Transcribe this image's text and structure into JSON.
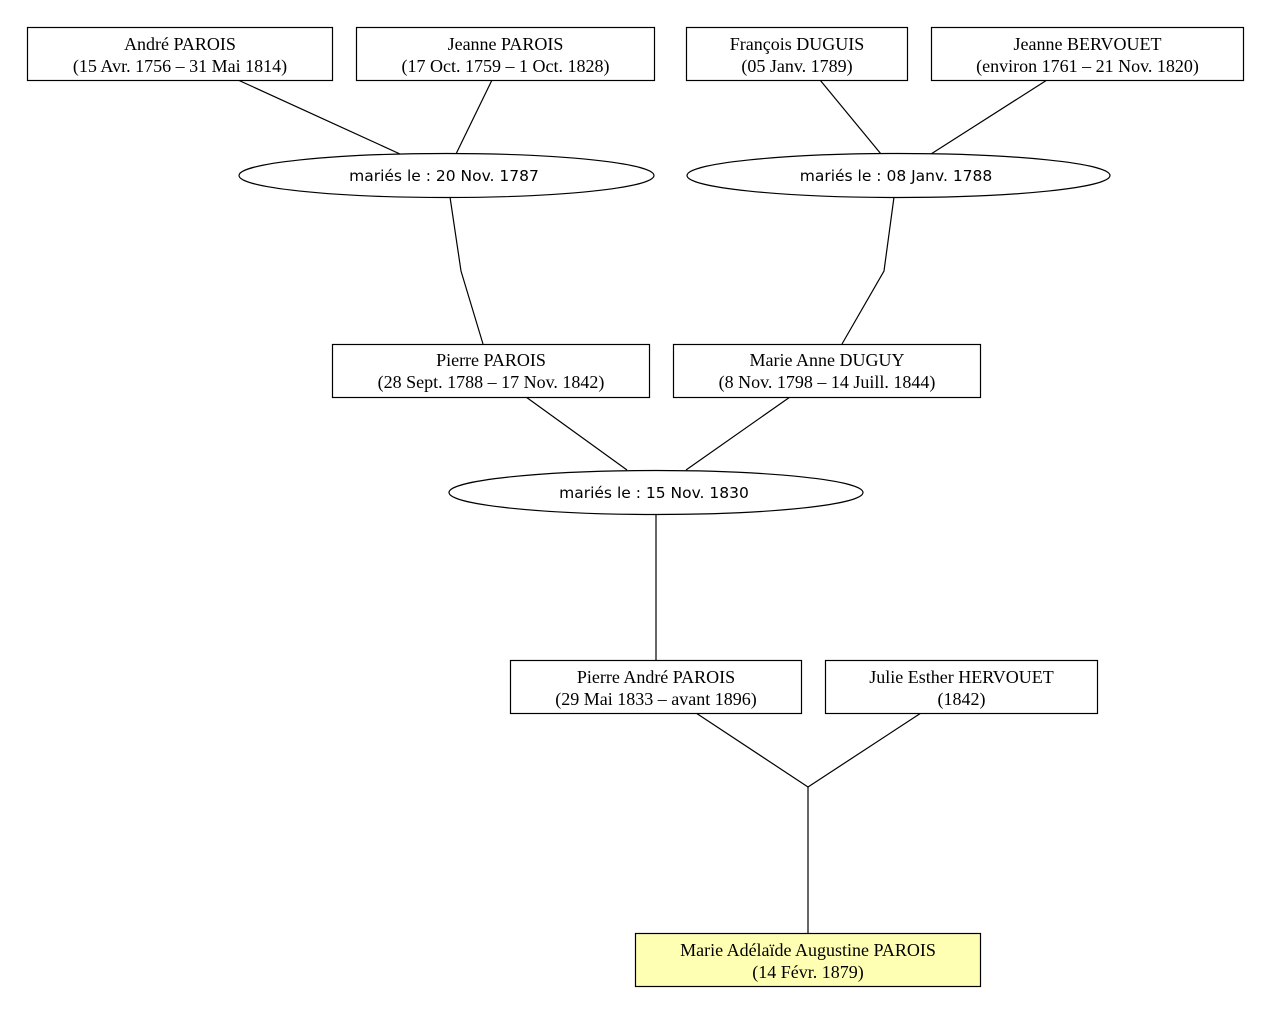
{
  "colors": {
    "box_fill": "#ffffff",
    "highlight_fill": "#ffffb4",
    "stroke": "#000000"
  },
  "persons": [
    {
      "id": "andre_parois",
      "name": "André PAROIS",
      "dates": "(15 Avr. 1756 – 31 Mai 1814)"
    },
    {
      "id": "jeanne_parois",
      "name": "Jeanne PAROIS",
      "dates": "(17 Oct. 1759 – 1 Oct. 1828)"
    },
    {
      "id": "francois_duguis",
      "name": "François DUGUIS",
      "dates": "(05 Janv. 1789)"
    },
    {
      "id": "jeanne_bervouet",
      "name": "Jeanne BERVOUET",
      "dates": "(environ 1761 – 21 Nov. 1820)"
    },
    {
      "id": "pierre_parois",
      "name": "Pierre PAROIS",
      "dates": "(28 Sept. 1788 – 17 Nov. 1842)"
    },
    {
      "id": "marie_anne_duguy",
      "name": "Marie Anne DUGUY",
      "dates": "(8 Nov. 1798 – 14 Juill. 1844)"
    },
    {
      "id": "pierre_andre_parois",
      "name": "Pierre André PAROIS",
      "dates": "(29 Mai 1833 – avant 1896)"
    },
    {
      "id": "julie_esther_hervouet",
      "name": "Julie Esther HERVOUET",
      "dates": "(1842)"
    },
    {
      "id": "marie_adelaide_augustine_parois",
      "name": "Marie Adélaïde Augustine PAROIS",
      "dates": "(14 Févr. 1879)",
      "highlight": true
    }
  ],
  "marriages": [
    {
      "id": "m1787",
      "label": "mariés le : 20 Nov. 1787"
    },
    {
      "id": "m1788",
      "label": "mariés le : 08 Janv. 1788"
    },
    {
      "id": "m1830",
      "label": "mariés le : 15 Nov. 1830"
    }
  ]
}
